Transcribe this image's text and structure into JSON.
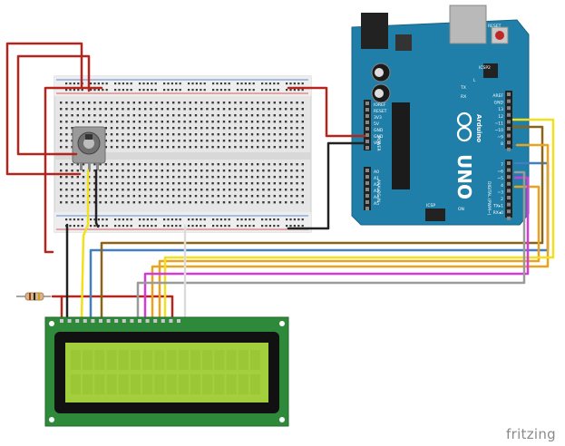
{
  "brand": {
    "label": "fritzing"
  },
  "arduino": {
    "board_name": "UNO",
    "brand_text": "Arduino",
    "header_label": "ICSP",
    "header_label_2": "ICSP2",
    "reset_label": "RESET",
    "tx_label": "TX",
    "rx_label": "RX",
    "l_label": "L",
    "on_label": "ON",
    "digital_label": "DIGITAL (PWM~)",
    "power_label": "POWER",
    "analog_label": "ANALOG IN",
    "power_pins": [
      "IOREF",
      "RESET",
      "3V3",
      "5V",
      "GND",
      "GND",
      "VIN"
    ],
    "analog_pins": [
      "A0",
      "A1",
      "A2",
      "A3",
      "A4",
      "A5"
    ],
    "digital_pins_top": [
      "AREF",
      "GND",
      "13",
      "12",
      "~11",
      "~10",
      "~9",
      "8"
    ],
    "digital_pins_bottom": [
      "7",
      "~6",
      "~5",
      "4",
      "~3",
      "2",
      "TX▸1",
      "RX◂0"
    ]
  },
  "colors": {
    "red": "#b3261e",
    "black": "#222222",
    "yellow": "#f2e01a",
    "blue": "#3f7fc2",
    "brown": "#8a6418",
    "orange": "#e9a320",
    "magenta": "#d23bd6",
    "gray": "#9a9a9a",
    "white": "#f4f4f4",
    "board": "#1f7fa8",
    "lcd_green": "#a4cf3c",
    "pcb_green": "#2e8a3a"
  }
}
